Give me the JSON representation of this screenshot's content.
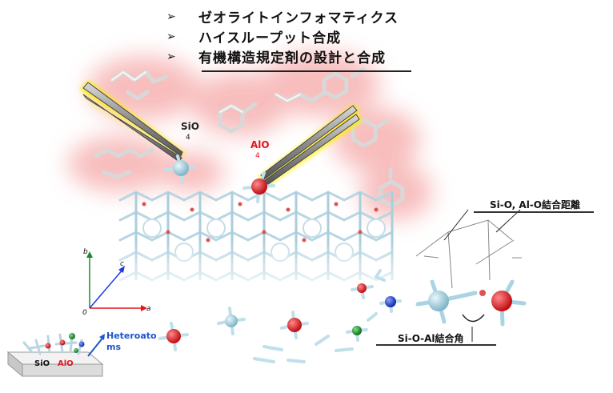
{
  "bullets": [
    "ゼオライトインフォマティクス",
    "ハイスループット合成",
    "有機構造規定剤の設計と合成"
  ],
  "bullet_marker": "➢",
  "labels": {
    "sio4_main": "SiO",
    "sio4_sub": "4",
    "alo4_main": "AlO",
    "alo4_sub": "4",
    "heteroatoms": "Heteroatoms",
    "bond_distance": "Si-O, Al-O結合距離",
    "bond_angle": "Si-O-Al結合角",
    "inset_sio": "SiO",
    "inset_alo": "AlO"
  },
  "axes": {
    "a": "a",
    "b": "b",
    "c": "c",
    "origin": "0"
  },
  "colors": {
    "si": "#a8d4e3",
    "al": "#e0161b",
    "heteroatom_green": "#1a8a2a",
    "heteroatom_blue": "#1a3ae0",
    "glow_pink": "#f6a3a3",
    "glow_yellow": "#ffee00"
  }
}
